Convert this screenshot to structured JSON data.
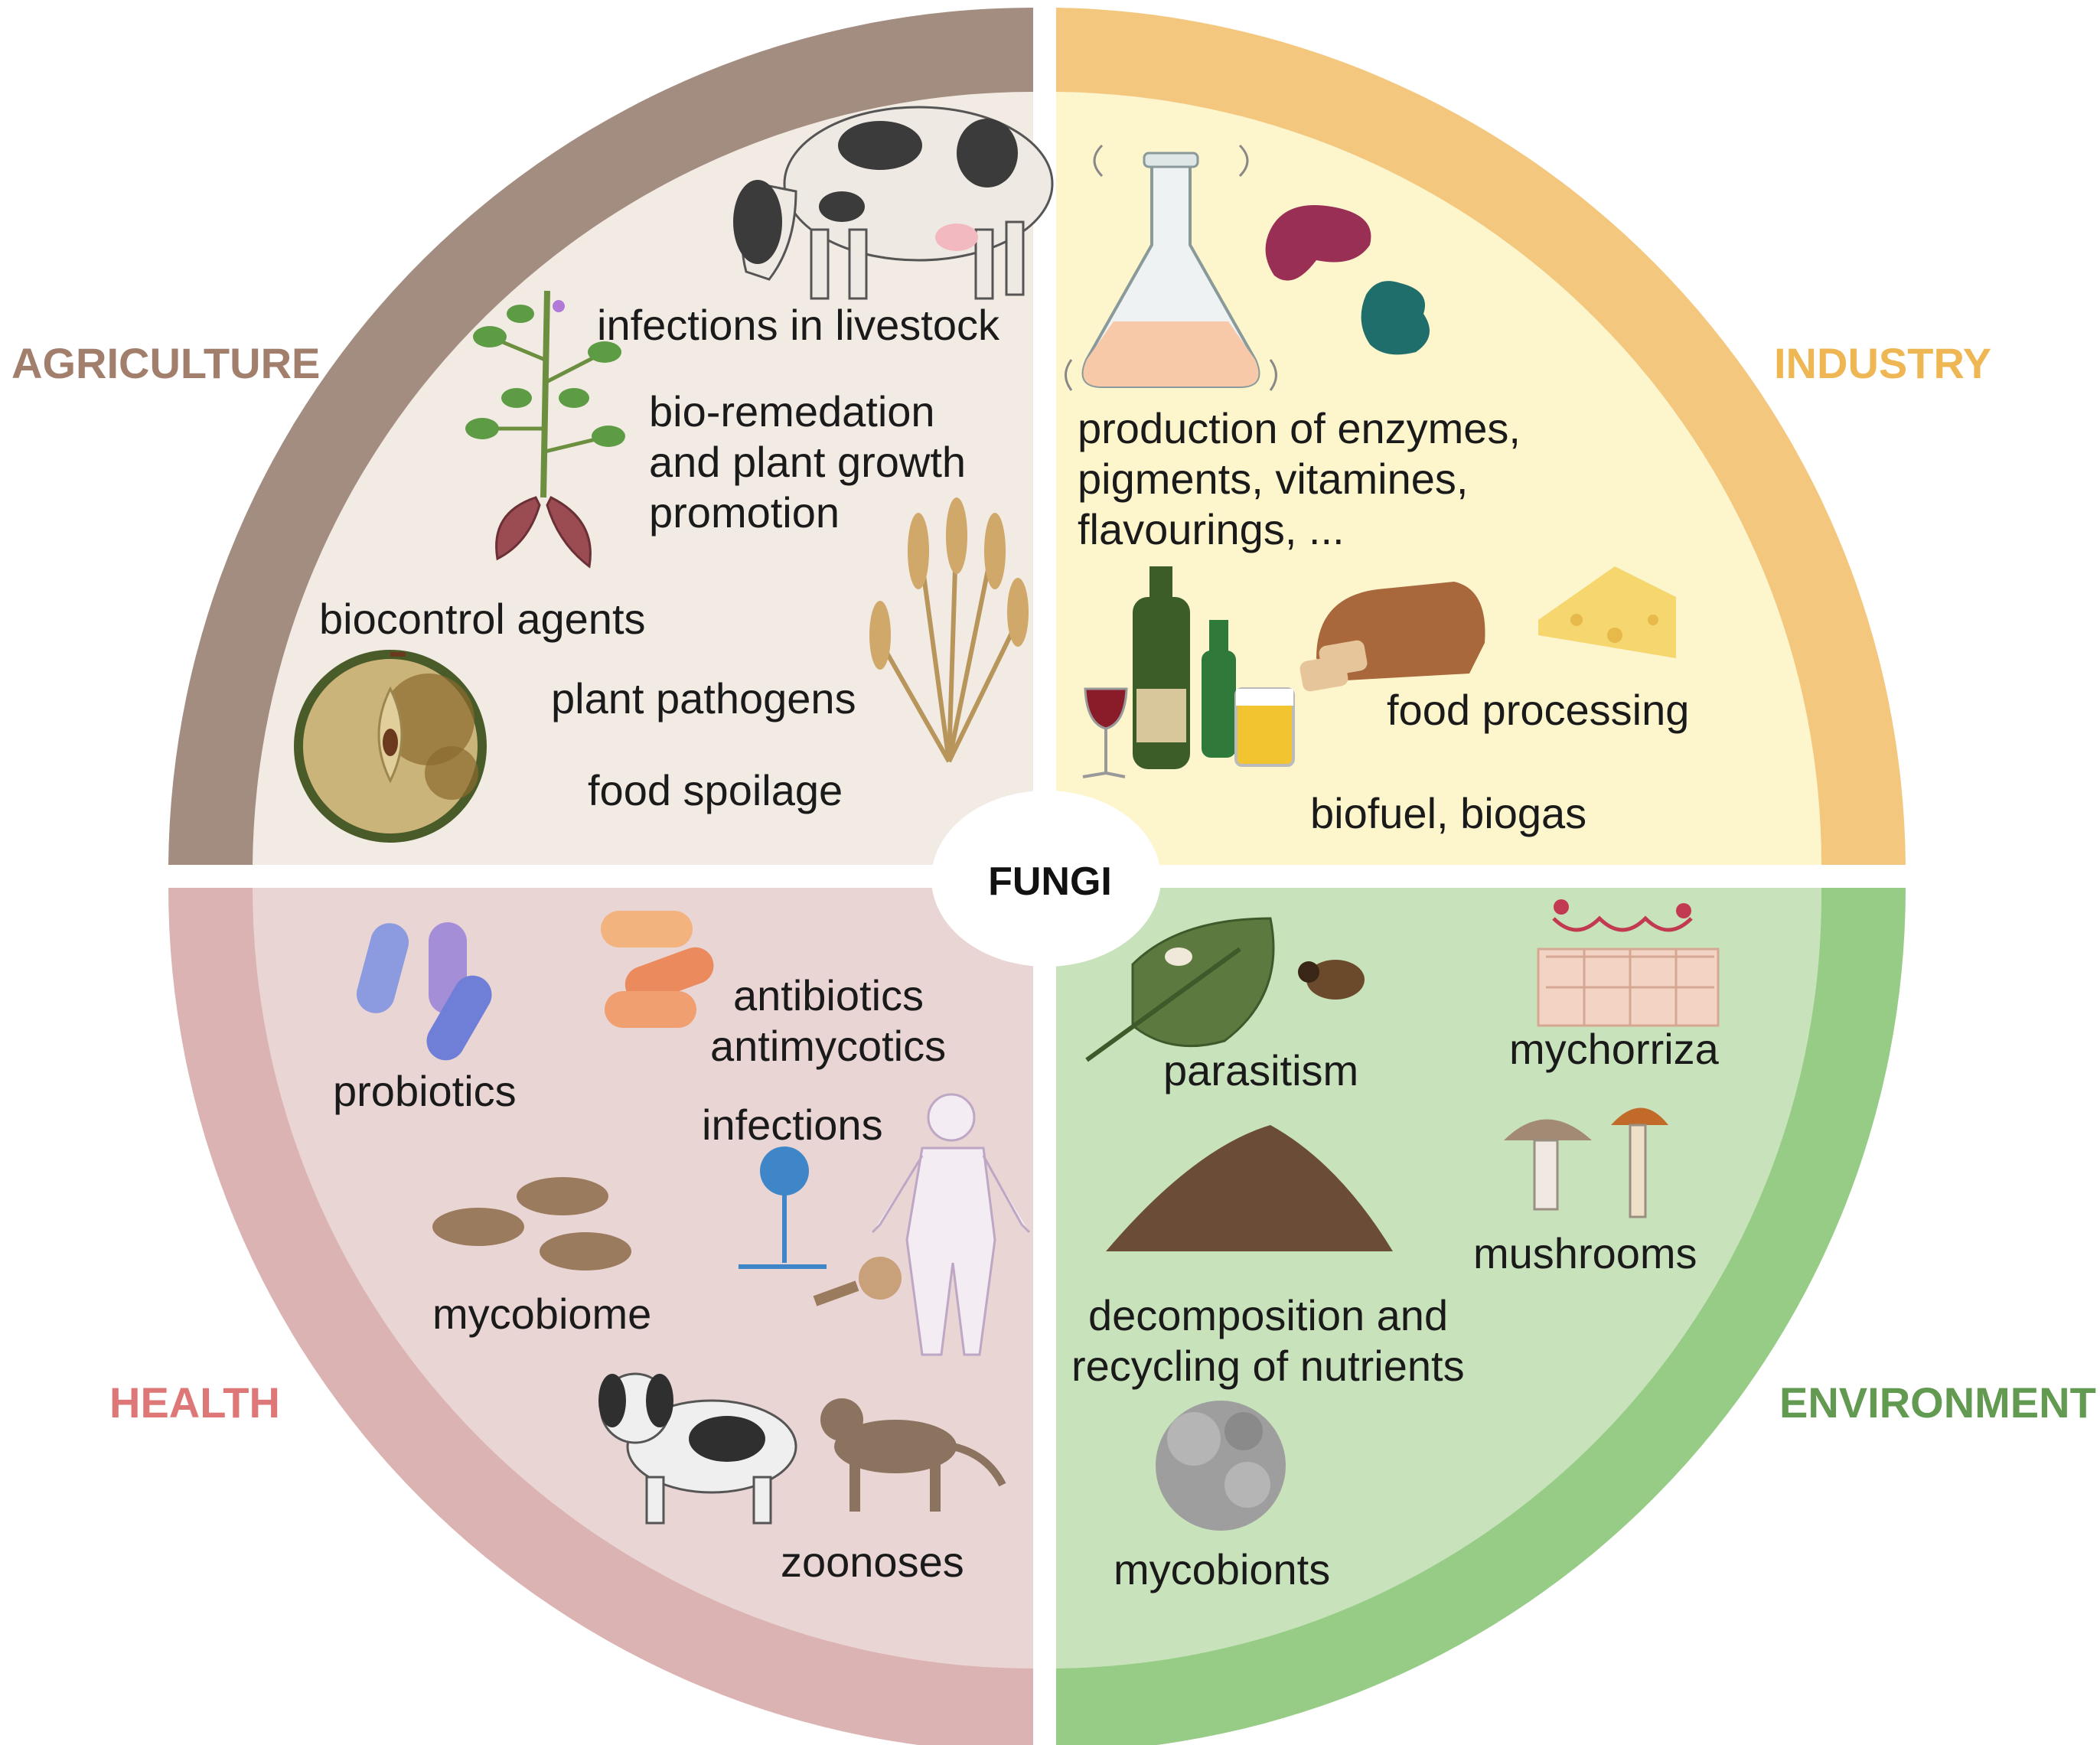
{
  "center": {
    "label": "FUNGI"
  },
  "colors": {
    "agriculture_ring": "#a38c80",
    "agriculture_fill": "#f2ebe4",
    "agriculture_title": "#a27f6c",
    "industry_ring": "#f3c87e",
    "industry_fill": "#fdf5cc",
    "industry_title": "#efb754",
    "health_ring": "#dbb3b2",
    "health_fill": "#e9d5d4",
    "health_title": "#de7777",
    "environment_ring": "#96cc85",
    "environment_fill": "#c8e3bb",
    "environment_title": "#639a52"
  },
  "sectors": {
    "agriculture": {
      "title": "AGRICULTURE",
      "items": [
        "infections in livestock",
        "bio-remedation",
        "and plant growth",
        "promotion",
        "biocontrol agents",
        "plant pathogens",
        "food spoilage"
      ],
      "icons": [
        "cow-icon",
        "plant-roots-icon",
        "wheat-icon",
        "rotten-apple-icon"
      ]
    },
    "industry": {
      "title": "INDUSTRY",
      "items": [
        "production of enzymes,",
        "pigments, vitamines,",
        "flavourings, ...",
        "food processing",
        "biofuel, biogas"
      ],
      "icons": [
        "flask-icon",
        "enzyme-icon",
        "bottles-icon",
        "bread-icon",
        "cheese-icon"
      ]
    },
    "health": {
      "title": "HEALTH",
      "items": [
        "antibiotics",
        "antimycotics",
        "probiotics",
        "infections",
        "mycobiome",
        "zoonoses"
      ],
      "icons": [
        "capsules-icon",
        "pills-icon",
        "mycobiome-icon",
        "aspergillus-icon",
        "human-body-icon",
        "dog-icon",
        "cat-icon"
      ]
    },
    "environment": {
      "title": "ENVIRONMENT",
      "items": [
        "parasitism",
        "mychorriza",
        "mushrooms",
        "decomposition and",
        "recycling of nutrients",
        "mycobionts"
      ],
      "icons": [
        "leaf-icon",
        "beetle-icon",
        "mycorrhiza-icon",
        "mushrooms-icon",
        "soil-icon",
        "lichen-icon"
      ]
    }
  }
}
